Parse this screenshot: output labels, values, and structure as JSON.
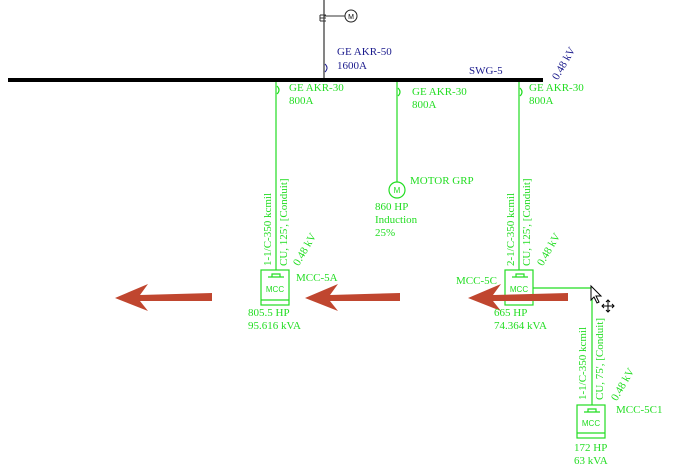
{
  "colors": {
    "bus": "#000000",
    "feeder": "#22dd22",
    "main": "#1a1a8c",
    "arrow": "#c0462f"
  },
  "main_breaker": {
    "name": "GE AKR-50",
    "rating": "1600A",
    "motor_symbol": "M"
  },
  "bus": {
    "name": "SWG-5",
    "voltage": "0.48 kV"
  },
  "feeders": [
    {
      "breaker": "GE AKR-30",
      "rating": "800A"
    },
    {
      "breaker": "GE AKR-30",
      "rating": "800A"
    },
    {
      "breaker": "GE AKR-30",
      "rating": "800A"
    }
  ],
  "mcc_5a": {
    "cable1": "1-1/C-350 kcmil",
    "cable2": "CU, 125', [Conduit]",
    "voltage": "0.48 kV",
    "symbol": "MCC",
    "name": "MCC-5A",
    "hp": "805.5 HP",
    "kva": "95.616 kVA"
  },
  "motor_grp": {
    "symbol": "M",
    "name": "MOTOR GRP",
    "hp": "860 HP",
    "type": "Induction",
    "pct": "25%"
  },
  "mcc_5c": {
    "cable1": "2-1/C-350 kcmil",
    "cable2": "CU, 125', [Conduit]",
    "voltage": "0.48 kV",
    "symbol": "MCC",
    "name": "MCC-5C",
    "hp": "665 HP",
    "kva": "74.364 kVA"
  },
  "mcc_5c1": {
    "cable1": "1-1/C-350 kcmil",
    "cable2": "CU, 75', [Conduit]",
    "voltage": "0.48 kV",
    "symbol": "MCC",
    "name": "MCC-5C1",
    "hp": "172 HP",
    "kva": "63 kVA"
  }
}
